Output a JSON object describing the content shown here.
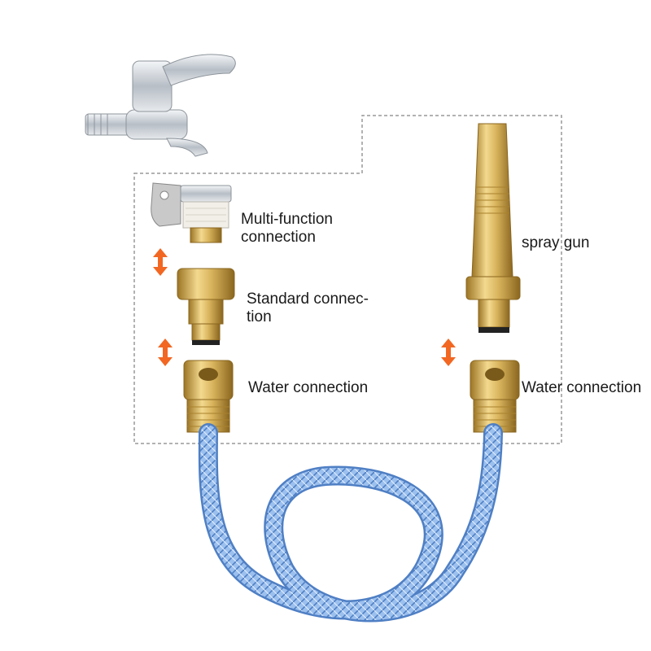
{
  "labels": {
    "multi_function_line1": "Multi-function",
    "multi_function_line2": "connection",
    "standard_line1": "Standard connec-",
    "standard_line2": "tion",
    "water_left": "Water connection",
    "water_right": "Water connection",
    "spray_gun": "spray gun"
  },
  "colors": {
    "brass": "#d8b35c",
    "brass_dark": "#a9822e",
    "arrow": "#f26722",
    "hose": "#8fb4e8",
    "hose_dark": "#5b86c8",
    "frame": "#999999",
    "chrome": "#cfd4da"
  }
}
